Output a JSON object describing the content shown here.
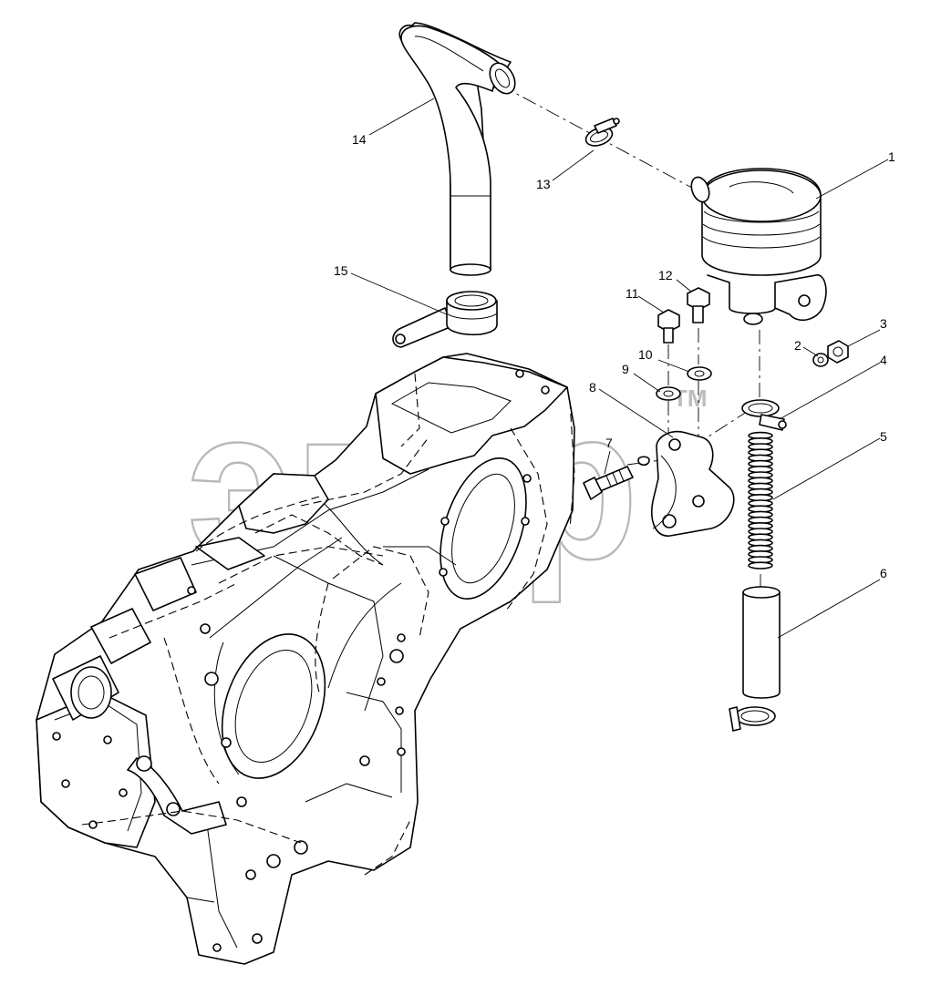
{
  "watermark": {
    "text": "эпср",
    "trademark": "TM"
  },
  "callouts": [
    {
      "id": "callout-1",
      "label": "1"
    },
    {
      "id": "callout-2",
      "label": "2"
    },
    {
      "id": "callout-3",
      "label": "3"
    },
    {
      "id": "callout-4",
      "label": "4"
    },
    {
      "id": "callout-5",
      "label": "5"
    },
    {
      "id": "callout-6",
      "label": "6"
    },
    {
      "id": "callout-7",
      "label": "7"
    },
    {
      "id": "callout-8",
      "label": "8"
    },
    {
      "id": "callout-9",
      "label": "9"
    },
    {
      "id": "callout-10",
      "label": "10"
    },
    {
      "id": "callout-11",
      "label": "11"
    },
    {
      "id": "callout-12",
      "label": "12"
    },
    {
      "id": "callout-13",
      "label": "13"
    },
    {
      "id": "callout-14",
      "label": "14"
    },
    {
      "id": "callout-15",
      "label": "15"
    }
  ],
  "colors": {
    "line": "#000000",
    "watermark": "#b8b8b8",
    "background": "#ffffff"
  }
}
